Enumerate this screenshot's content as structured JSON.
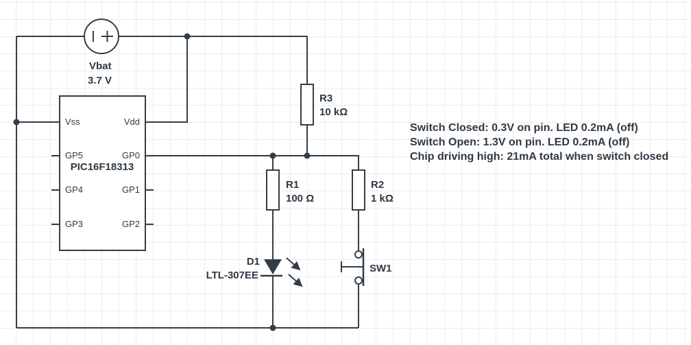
{
  "colors": {
    "stroke": "#333d47",
    "grid": "#ececec",
    "background": "#ffffff"
  },
  "battery": {
    "ref": "Vbat",
    "value": "3.7 V"
  },
  "ic": {
    "part": "PIC16F18313",
    "left_pins": [
      "Vss",
      "GP5",
      "GP4",
      "GP3"
    ],
    "right_pins": [
      "Vdd",
      "GP0",
      "GP1",
      "GP2"
    ]
  },
  "resistors": {
    "r3": {
      "ref": "R3",
      "value": "10 kΩ"
    },
    "r1": {
      "ref": "R1",
      "value": "100 Ω"
    },
    "r2": {
      "ref": "R2",
      "value": "1 kΩ"
    }
  },
  "led": {
    "ref": "D1",
    "part": "LTL-307EE"
  },
  "switch": {
    "ref": "SW1"
  },
  "annotation": {
    "lines": [
      "Switch Closed: 0.3V on pin. LED 0.2mA (off)",
      "Switch Open: 1.3V on pin. LED 0.2mA (off)",
      "Chip driving high: 21mA total when switch closed"
    ]
  }
}
